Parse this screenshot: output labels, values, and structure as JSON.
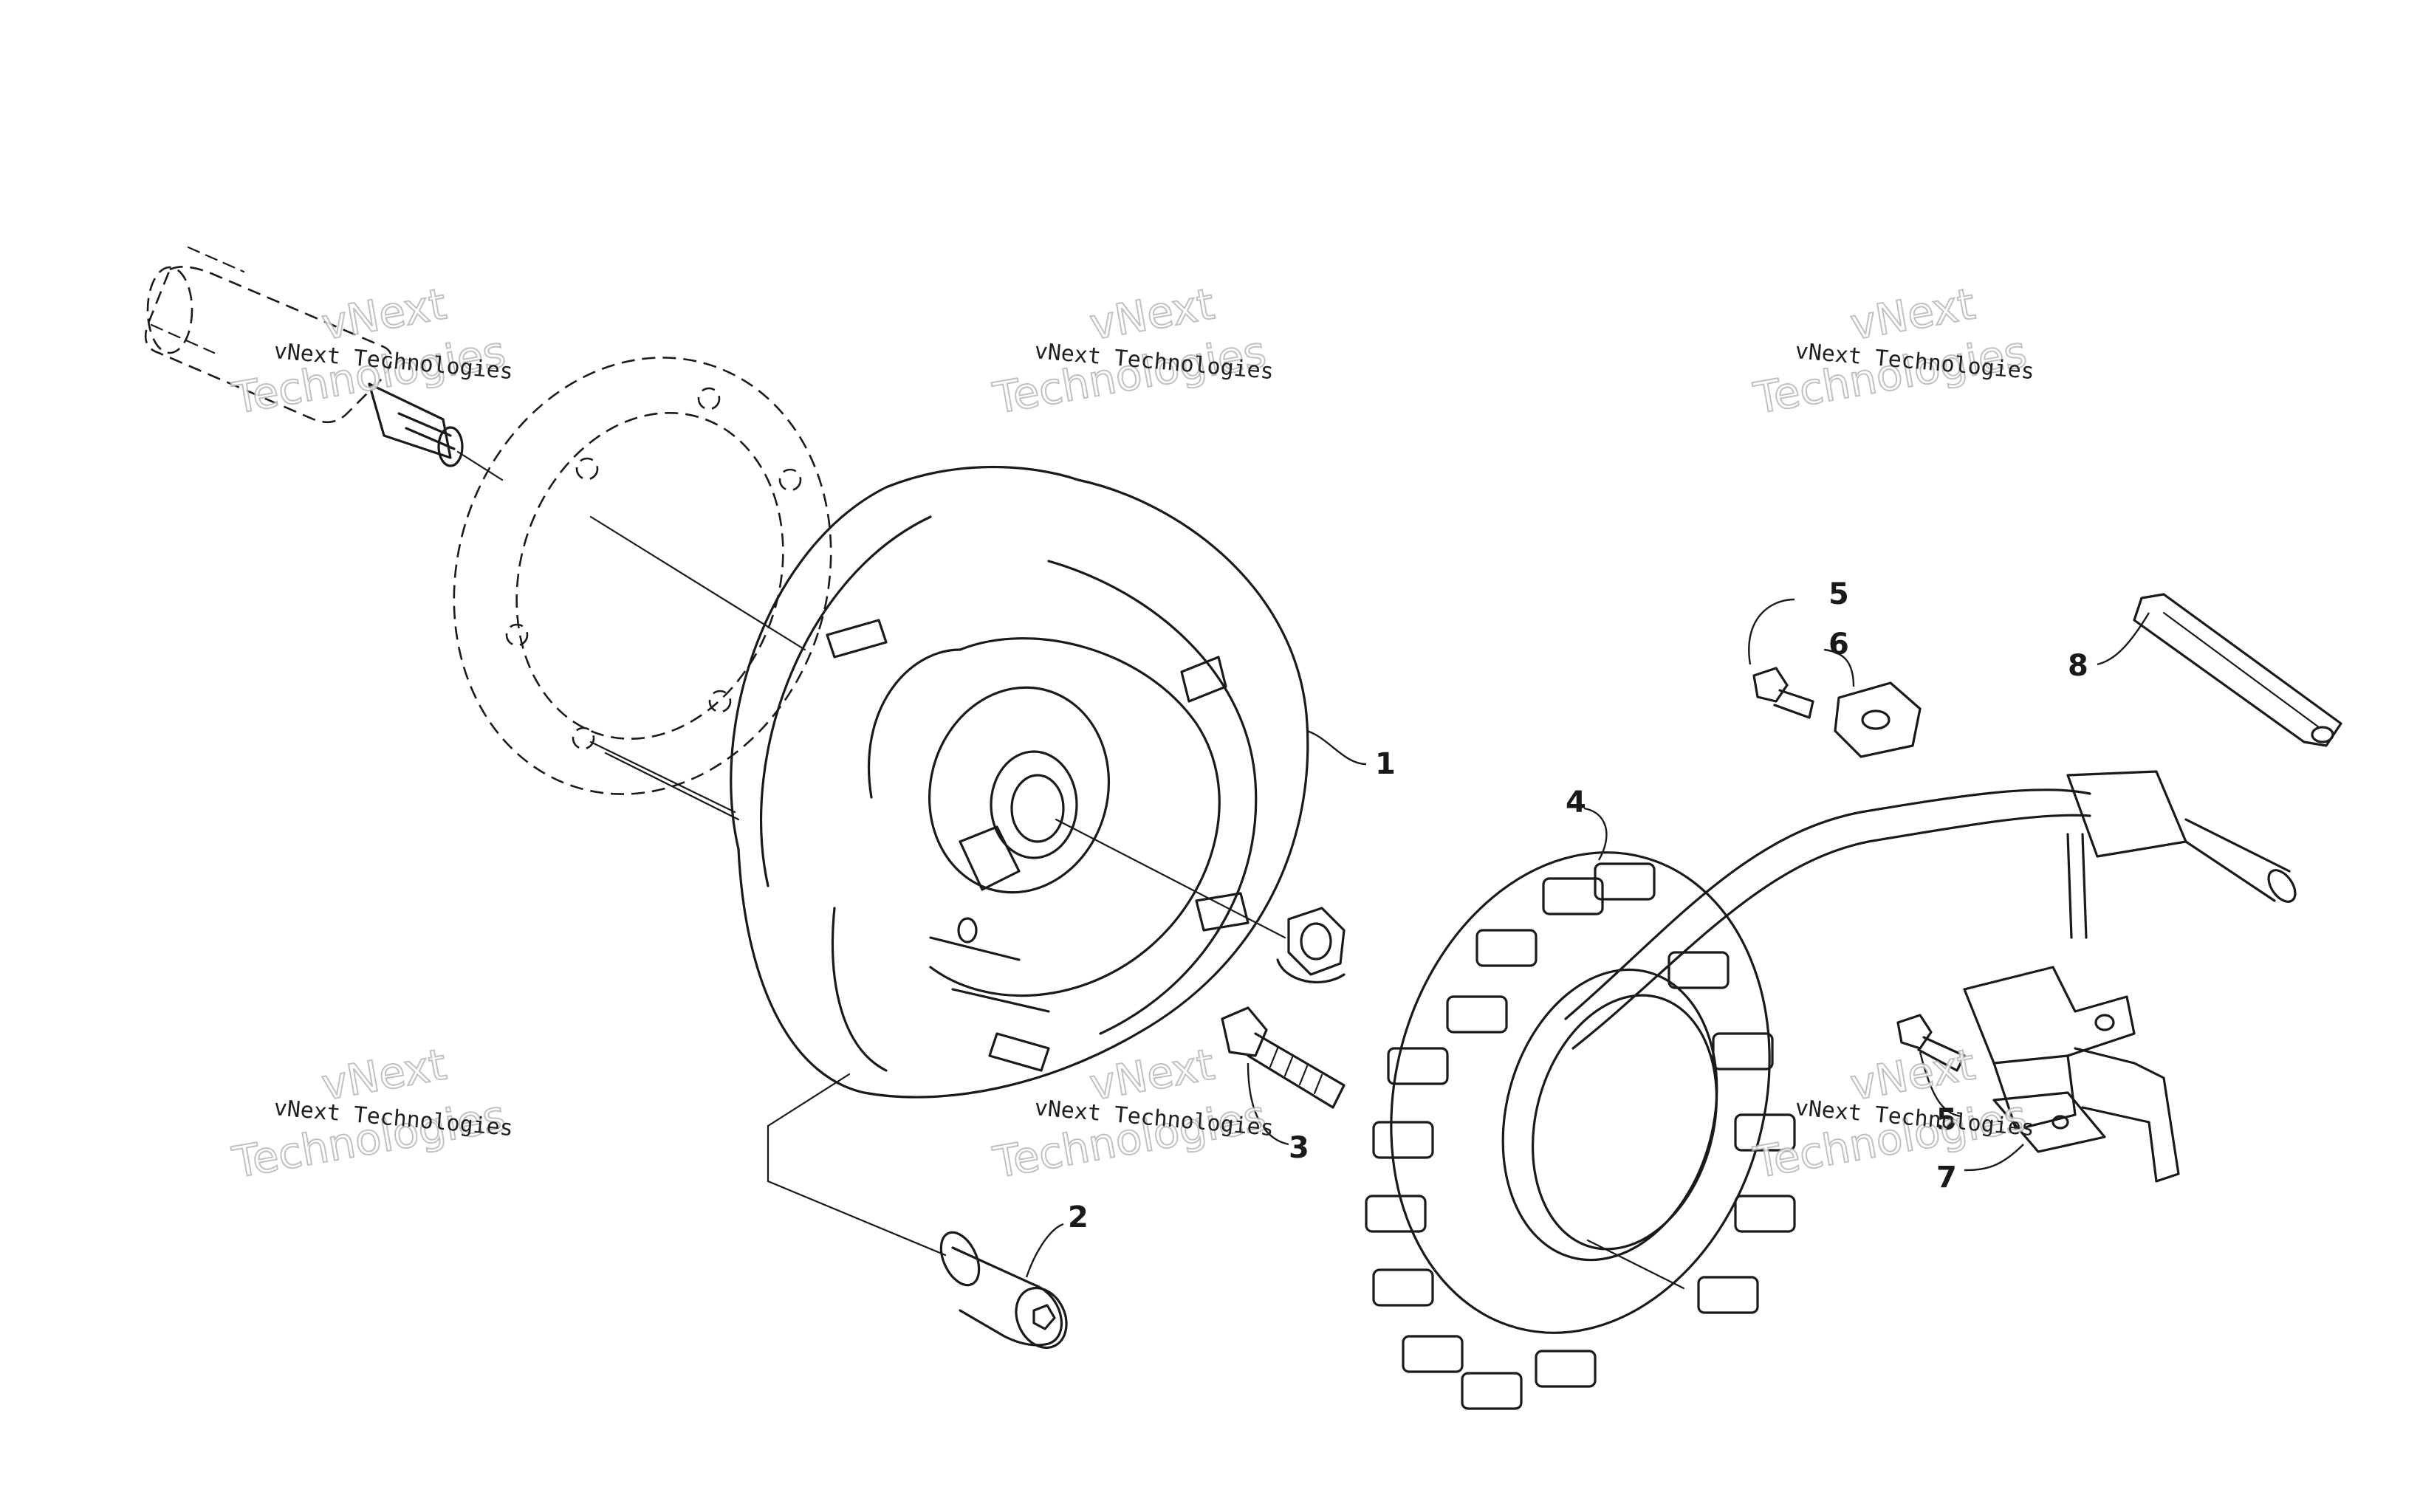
{
  "diagram": {
    "callouts": [
      "1",
      "2",
      "3",
      "4",
      "5",
      "6",
      "8",
      "5",
      "7"
    ]
  },
  "watermark": {
    "line1": "vNext",
    "line2": "Technologies",
    "small": "vNext Technologies"
  }
}
